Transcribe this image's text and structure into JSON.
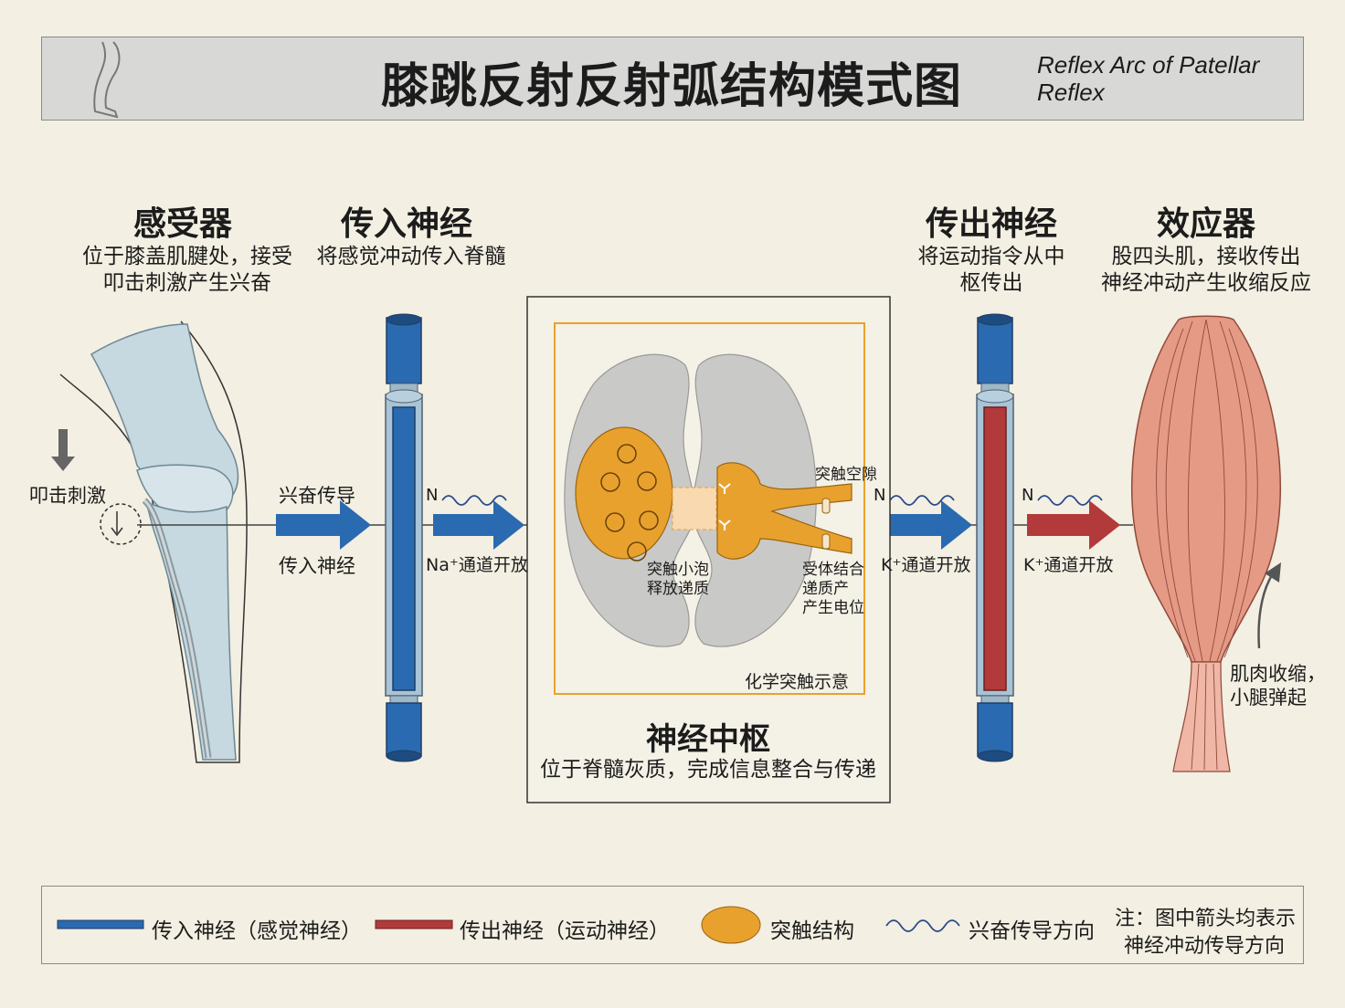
{
  "header": {
    "title": "膝跳反射反射弧结构模式图",
    "subtitle_en": "Reflex Arc of Patellar Reflex",
    "leg_icon": "leg-icon"
  },
  "sections": {
    "receptor": {
      "heading": "感受器",
      "desc_line1": "位于膝盖肌腱处，接受",
      "desc_line2": "叩击刺激产生兴奋"
    },
    "afferent": {
      "heading": "传入神经",
      "desc": "将感觉冲动传入脊髓"
    },
    "efferent": {
      "heading": "传出神经",
      "desc_line1": "将运动指令从中",
      "desc_line2": "枢传出"
    },
    "effector": {
      "heading": "效应器",
      "desc_line1": "股四头肌，接收传出",
      "desc_line2": "神经冲动产生收缩反应"
    },
    "center": {
      "heading": "神经中枢",
      "desc": "位于脊髓灰质，完成信息整合与传递"
    }
  },
  "labels": {
    "stimulus": "叩击刺激",
    "excitation_conduction": "兴奋传导",
    "afferent_nerve": "传入神经",
    "na_channel": "Na⁺通道开放",
    "k_channel_1": "K⁺通道开放",
    "k_channel_2": "K⁺通道开放",
    "n_mark": "N",
    "synaptic_cleft": "突触空隙",
    "vesicle_line1": "突触小泡",
    "vesicle_line2": "释放递质",
    "receptor_line1": "受体结合",
    "receptor_line2": "递质产",
    "receptor_line3": "产生电位",
    "chem_synapse": "化学突触示意",
    "muscle_line1": "肌肉收缩，",
    "muscle_line2": "小腿弹起"
  },
  "legend": {
    "afferent": "传入神经（感觉神经）",
    "efferent": "传出神经（运动神经）",
    "synapse": "突触结构",
    "direction": "兴奋传导方向",
    "note_line1": "注：图中箭头均表示",
    "note_line2": "神经冲动传导方向"
  },
  "colors": {
    "afferent": "#2a6ab0",
    "efferent": "#b23a3a",
    "synapse": "#e9a12e",
    "gray_matter": "#c9c9c7",
    "muscle": "#e59a86",
    "bone": "#c6d8e0"
  }
}
